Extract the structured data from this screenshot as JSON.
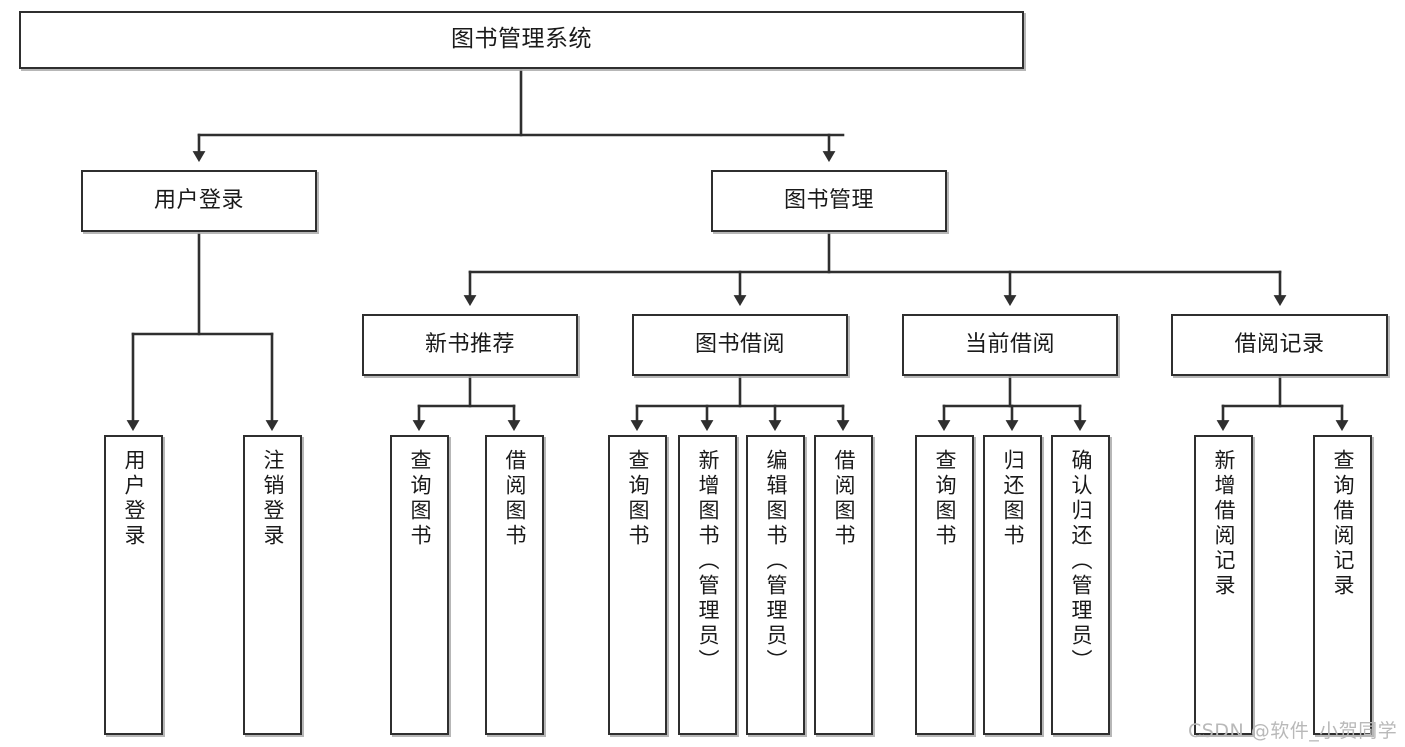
{
  "diagram": {
    "title": "图书管理系统",
    "type": "tree-hierarchy-diagram",
    "watermark": "CSDN @软件_小贺同学",
    "colors": {
      "box_border": "#2f2f2f",
      "box_fill": "#ffffff",
      "edge": "#2f2f2f",
      "shadow": "#aaaaaa",
      "watermark": "#b9b9b9",
      "background": "#ffffff"
    },
    "nodes": {
      "root": {
        "label": "图书管理系统"
      },
      "level2": [
        {
          "id": "user-login",
          "label": "用户登录"
        },
        {
          "id": "book-manage",
          "label": "图书管理"
        }
      ],
      "level3": [
        {
          "id": "new-book-recommend",
          "label": "新书推荐"
        },
        {
          "id": "book-borrow",
          "label": "图书借阅"
        },
        {
          "id": "current-borrow",
          "label": "当前借阅"
        },
        {
          "id": "borrow-record",
          "label": "借阅记录"
        }
      ],
      "leaves": {
        "user_login": [
          {
            "id": "leaf-user-login",
            "label": "用户登录"
          },
          {
            "id": "leaf-logout-login",
            "label": "注销登录"
          }
        ],
        "new_book_recommend": [
          {
            "id": "leaf-query-book-1",
            "label": "查询图书"
          },
          {
            "id": "leaf-borrow-book-1",
            "label": "借阅图书"
          }
        ],
        "book_borrow": [
          {
            "id": "leaf-query-book-2",
            "label": "查询图书"
          },
          {
            "id": "leaf-add-book",
            "label": "新增图书（管理员）"
          },
          {
            "id": "leaf-edit-book",
            "label": "编辑图书（管理员）"
          },
          {
            "id": "leaf-borrow-book-2",
            "label": "借阅图书"
          }
        ],
        "current_borrow": [
          {
            "id": "leaf-query-book-3",
            "label": "查询图书"
          },
          {
            "id": "leaf-return-book",
            "label": "归还图书"
          },
          {
            "id": "leaf-confirm-return",
            "label": "确认归还（管理员）"
          }
        ],
        "borrow_record": [
          {
            "id": "leaf-add-record",
            "label": "新增借阅记录"
          },
          {
            "id": "leaf-query-record",
            "label": "查询借阅记录"
          }
        ]
      }
    }
  }
}
